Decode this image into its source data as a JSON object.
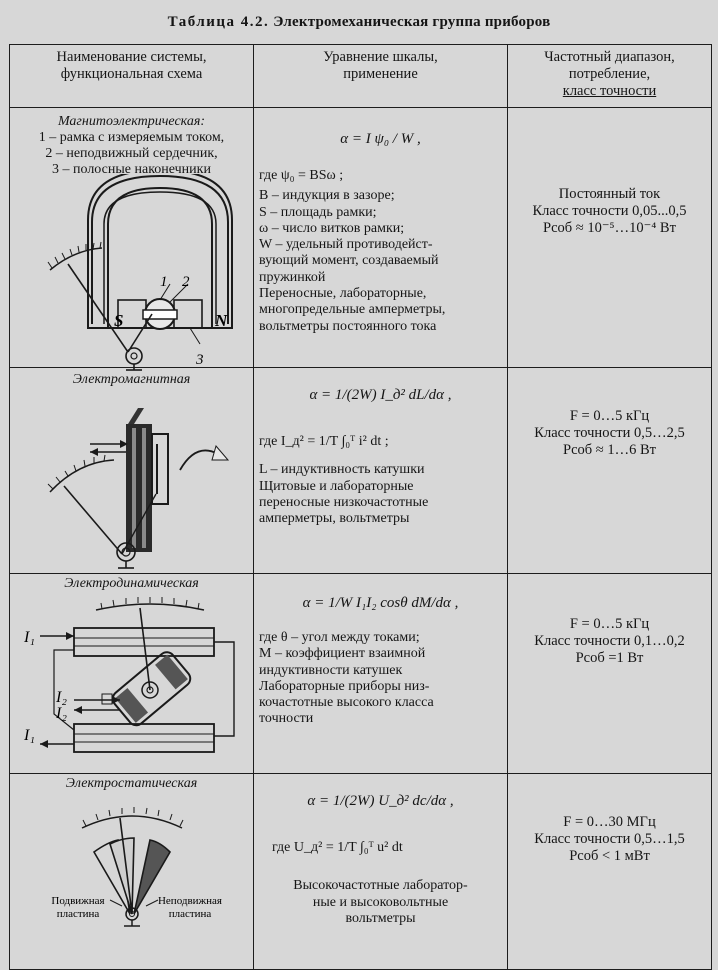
{
  "caption": {
    "label": "Таблица 4.2.",
    "title": "Электромеханическая группа приборов"
  },
  "headers": [
    [
      "Наименование системы,",
      "функциональная схема"
    ],
    [
      "Уравнение шкалы,",
      "применение"
    ],
    [
      "Частотный диапазон,",
      "потребление,",
      "класс точности"
    ]
  ],
  "rows": [
    {
      "name": "Магнитоэлектрическая:",
      "subs": [
        "1 – рамка с измеряемым током,",
        "2 – неподвижный сердечник,",
        "3 – полосные наконечники"
      ],
      "diagram_labels": {
        "s": "S",
        "n": "N",
        "one": "1",
        "two": "2",
        "three": "3"
      },
      "equation": "α = I ψ₀ / W ,",
      "where": "где ψ₀ = BSω ;",
      "legend": [
        "B – индукция в зазоре;",
        "S – площадь рамки;",
        "ω – число витков рамки;",
        "W – удельный противодейст-",
        "вующий момент, создаваемый",
        "пружинкой",
        "Переносные, лабораторные,",
        "многопредельные амперметры,",
        "вольтметры постоянного тока"
      ],
      "specs": [
        "Постоянный ток",
        "Класс точности 0,05...0,5",
        "Pсоб ≈ 10⁻⁵…10⁻⁴ Вт"
      ]
    },
    {
      "name": "Электромагнитная",
      "equation": "α = 1/(2W) I_д² dL/dα ,",
      "where": "где I_д² = 1/T ∫₀ᵀ i² dt ;",
      "legend": [
        "L – индуктивность катушки",
        "Щитовые и лабораторные",
        "переносные низкочастотные",
        "амперметры, вольтметры"
      ],
      "specs": [
        "F = 0…5 кГц",
        "Класс точности 0,5…2,5",
        "Pсоб ≈ 1…6 Вт"
      ]
    },
    {
      "name": "Электродинамическая",
      "diagram_labels": {
        "i1": "I₁",
        "i2": "I₂"
      },
      "equation": "α = 1/W I₁I₂ cosθ dM/dα ,",
      "legend": [
        "где θ – угол между токами;",
        "M – коэффициент взаимной",
        "индуктивности катушек",
        "Лабораторные приборы низ-",
        "кочастотные высокого класса",
        "точности"
      ],
      "specs": [
        "F = 0…5 кГц",
        "Класс точности 0,1…0,2",
        "Pсоб =1 Вт"
      ]
    },
    {
      "name": "Электростатическая",
      "diagram_labels": {
        "moving": [
          "Подвижная",
          "пластина"
        ],
        "fixed": [
          "Неподвижная",
          "пластина"
        ]
      },
      "equation": "α = 1/(2W) U_д² dc/dα ,",
      "where": "где   U_д² = 1/T ∫₀ᵀ u² dt",
      "legend": [
        "Высокочастотные лаборатор-",
        "ные и высоковольтные",
        "вольтметры"
      ],
      "specs": [
        "F = 0…30 МГц",
        "Класс точности 0,5…1,5",
        "Pсоб < 1 мВт"
      ]
    }
  ]
}
